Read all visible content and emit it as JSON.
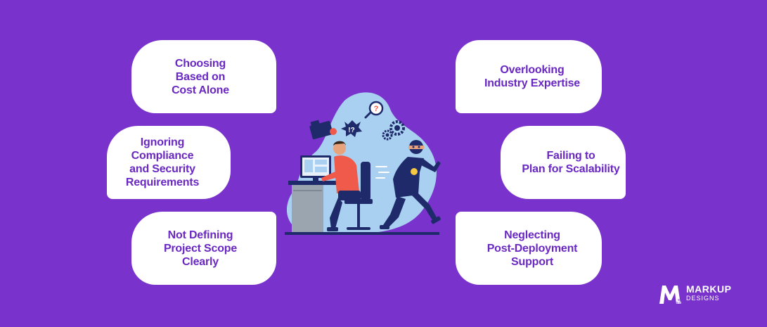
{
  "items": [
    {
      "label": "Choosing\nBased on\nCost Alone"
    },
    {
      "label": "Ignoring\nCompliance\nand Security\nRequirements"
    },
    {
      "label": "Not Defining\nProject Scope\nClearly"
    },
    {
      "label": "Overlooking\nIndustry Expertise"
    },
    {
      "label": "Failing to\nPlan for Scalability"
    },
    {
      "label": "Neglecting\nPost-Deployment\nSupport"
    }
  ],
  "illustration": {
    "speech_mark": "!?",
    "question_mark": "?"
  },
  "logo": {
    "brand": "MARKUP",
    "sub": "DESIGNS"
  },
  "colors": {
    "background": "#7a32cc",
    "card": "#ffffff",
    "card_text": "#6a28c2",
    "blob": "#a9d0f0",
    "shirt": "#f05a4a",
    "navy": "#1f2a6b"
  }
}
